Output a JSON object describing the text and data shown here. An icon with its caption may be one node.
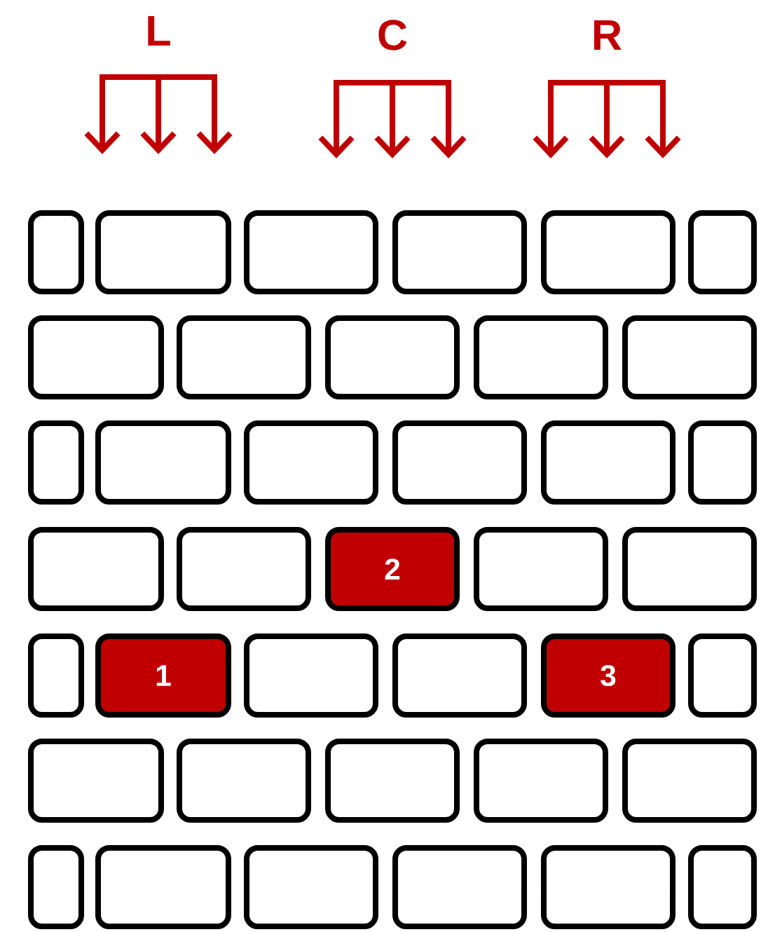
{
  "diagram": {
    "nodes": [
      {
        "text": [
          "L"
        ]
      },
      {
        "text": [
          "C"
        ]
      },
      {
        "text": [
          "R"
        ]
      },
      {
        "text": [],
        "shape": "box"
      },
      {
        "text": [],
        "shape": "box"
      },
      {
        "text": [],
        "shape": "box"
      },
      {
        "text": [],
        "shape": "box"
      },
      {
        "text": [],
        "shape": "box"
      },
      {
        "text": [],
        "shape": "box"
      },
      {
        "text": [],
        "shape": "box"
      },
      {
        "text": [],
        "shape": "box"
      },
      {
        "text": [],
        "shape": "box"
      },
      {
        "text": [],
        "shape": "box"
      },
      {
        "text": [],
        "shape": "box"
      },
      {
        "text": [],
        "shape": "box"
      },
      {
        "text": [],
        "shape": "box"
      },
      {
        "text": [],
        "shape": "box"
      },
      {
        "text": [],
        "shape": "box"
      },
      {
        "text": [],
        "shape": "box"
      },
      {
        "text": [],
        "shape": "box"
      },
      {
        "text": [],
        "shape": "box"
      },
      {
        "text": [],
        "shape": "box"
      },
      {
        "text": [
          "2"
        ]
      },
      {
        "text": [],
        "shape": "box"
      },
      {
        "text": [],
        "shape": "box"
      },
      {
        "text": [],
        "shape": "box"
      },
      {
        "text": [
          "1"
        ]
      },
      {
        "text": [],
        "shape": "box"
      },
      {
        "text": [],
        "shape": "box"
      },
      {
        "text": [
          "3"
        ]
      },
      {
        "text": [],
        "shape": "box"
      },
      {
        "text": [],
        "shape": "box"
      },
      {
        "text": [],
        "shape": "box"
      },
      {
        "text": [],
        "shape": "box"
      },
      {
        "text": [],
        "shape": "box"
      },
      {
        "text": [],
        "shape": "box"
      },
      {
        "text": [],
        "shape": "box"
      },
      {
        "text": [],
        "shape": "box"
      },
      {
        "text": [],
        "shape": "box"
      },
      {
        "text": [],
        "shape": "box"
      },
      {
        "text": [],
        "shape": "box"
      },
      {
        "text": [],
        "shape": "box"
      }
    ],
    "edges": [
      {
        "from": 0,
        "to": null,
        "arrow": "to"
      },
      {
        "from": 0,
        "to": null,
        "arrow": "to"
      },
      {
        "from": 0,
        "to": null,
        "arrow": "to"
      },
      {
        "from": 1,
        "to": null,
        "arrow": "to"
      },
      {
        "from": 1,
        "to": null,
        "arrow": "to"
      },
      {
        "from": 1,
        "to": null,
        "arrow": "to"
      },
      {
        "from": 2,
        "to": null,
        "arrow": "to"
      },
      {
        "from": 2,
        "to": null,
        "arrow": "to"
      },
      {
        "from": 2,
        "to": null,
        "arrow": "to"
      }
    ]
  }
}
